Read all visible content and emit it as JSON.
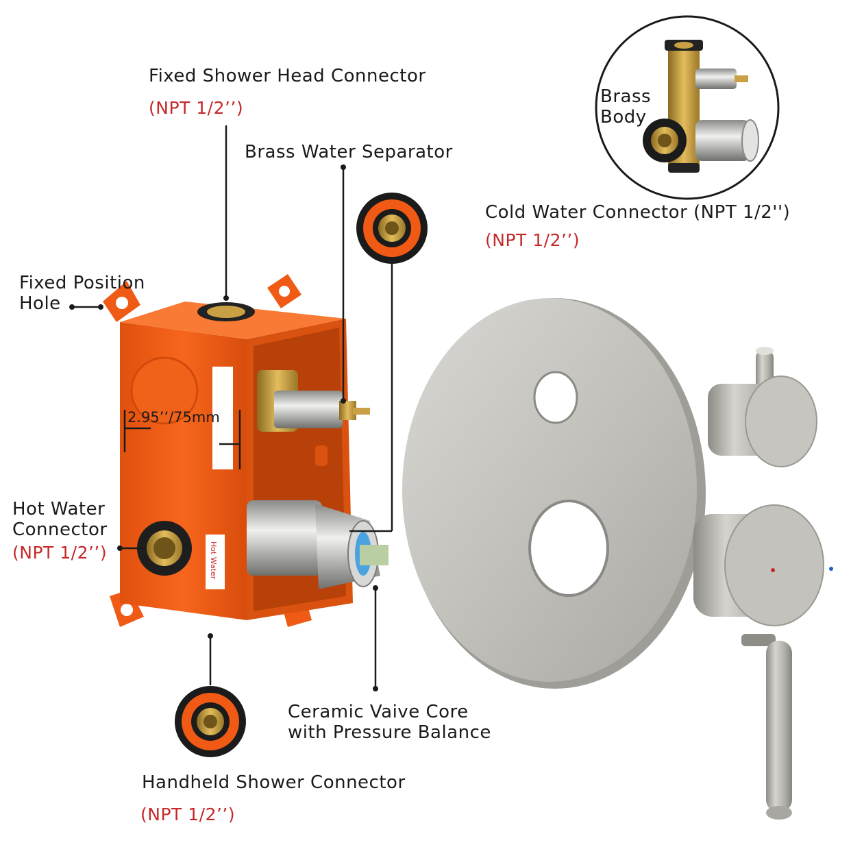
{
  "labels": {
    "fixed_shower_head": "Fixed Shower Head Connector",
    "fixed_shower_head_spec": "(NPT 1/2’’)",
    "brass_water_separator": "Brass Water Separator",
    "fixed_position_hole_1": "Fixed Position",
    "fixed_position_hole_2": "Hole",
    "hot_water_1": "Hot Water",
    "hot_water_2": "Connector",
    "hot_water_spec": "(NPT 1/2’’)",
    "cold_water": "Cold Water Connector (NPT 1/2'')",
    "cold_water_spec": "(NPT 1/2’’)",
    "brass_body_1": "Brass",
    "brass_body_2": "Body",
    "dimension": "2.95’’/75mm",
    "ceramic_1": "Ceramic Vaive Core",
    "ceramic_2": "with Pressure Balance",
    "handheld": "Handheld Shower Connector",
    "handheld_spec": "(NPT 1/2’’)",
    "hot_water_sticker": "Hot Water"
  },
  "colors": {
    "box_orange": "#f25a12",
    "box_shadow": "#c94408",
    "brass": "#c9a044",
    "chrome": "#c9c9c4",
    "brushed_nickel": "#bdbbb6",
    "spec_red": "#c62828"
  }
}
